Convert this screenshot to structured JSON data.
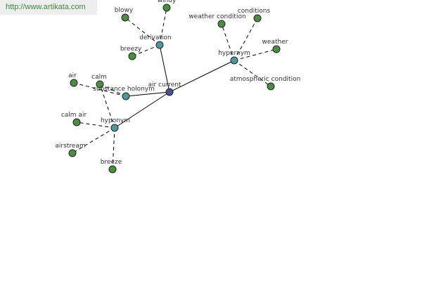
{
  "site": {
    "url_text": "http://www.artikata.com"
  },
  "colors": {
    "center": "#4a4f96",
    "relation": "#4b9a9a",
    "leaf": "#4a8f3f"
  },
  "nodes": {
    "air_current": {
      "label": "air current",
      "kind": "center"
    },
    "derivation": {
      "label": "derivation",
      "kind": "relation"
    },
    "hypernym": {
      "label": "hypernym",
      "kind": "relation"
    },
    "substance_holonym": {
      "label": "substance holonym",
      "kind": "relation"
    },
    "hyponym": {
      "label": "hyponym",
      "kind": "relation"
    },
    "blowy": {
      "label": "blowy",
      "kind": "leaf"
    },
    "windy": {
      "label": "windy",
      "kind": "leaf"
    },
    "breezy": {
      "label": "breezy",
      "kind": "leaf"
    },
    "weather_condition": {
      "label": "weather condition",
      "kind": "leaf"
    },
    "conditions": {
      "label": "conditions",
      "kind": "leaf"
    },
    "weather": {
      "label": "weather",
      "kind": "leaf"
    },
    "atmospheric_condition": {
      "label": "atmospheric condition",
      "kind": "leaf"
    },
    "air": {
      "label": "air",
      "kind": "leaf"
    },
    "calm": {
      "label": "calm",
      "kind": "leaf"
    },
    "calm_air": {
      "label": "calm air",
      "kind": "leaf"
    },
    "airstream": {
      "label": "airstream",
      "kind": "leaf"
    },
    "breeze": {
      "label": "breeze",
      "kind": "leaf"
    }
  }
}
